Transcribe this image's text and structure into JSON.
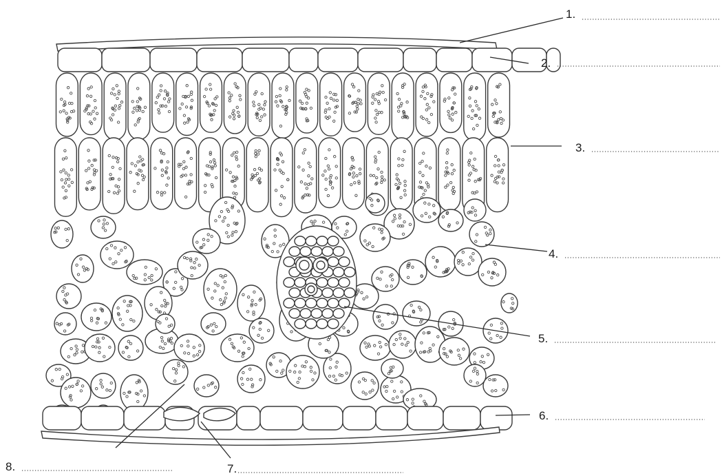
{
  "diagram": {
    "labels": [
      {
        "id": "1",
        "text": "1."
      },
      {
        "id": "2",
        "text": "2."
      },
      {
        "id": "3",
        "text": "3."
      },
      {
        "id": "4",
        "text": "4."
      },
      {
        "id": "5",
        "text": "5."
      },
      {
        "id": "6",
        "text": "6."
      },
      {
        "id": "7",
        "text": "7."
      },
      {
        "id": "8",
        "text": "8."
      }
    ]
  }
}
